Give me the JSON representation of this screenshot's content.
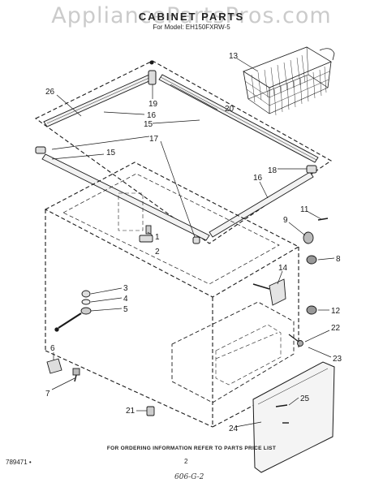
{
  "watermark": "AppliancePartsPros.com",
  "title": "CABINET PARTS",
  "subtitle": "For Model: EH150FXRW-5",
  "footer_note": "FOR ORDERING INFORMATION REFER TO PARTS PRICE LIST",
  "doc_number": "789471 •",
  "page_number": "2",
  "handwritten_note": "606-G-2",
  "callouts": {
    "c26": "26",
    "c13": "13",
    "c19": "19",
    "c16a": "16",
    "c20": "20",
    "c15a": "15",
    "c17": "17",
    "c15b": "15",
    "c18": "18",
    "c16b": "16",
    "c11": "11",
    "c9": "9",
    "c1": "1",
    "c2": "2",
    "c8": "8",
    "c14": "14",
    "c3": "3",
    "c4": "4",
    "c5": "5",
    "c12": "12",
    "c22": "22",
    "c23": "23",
    "c6": "6",
    "c7": "7",
    "c25": "25",
    "c21": "21",
    "c24": "24"
  }
}
